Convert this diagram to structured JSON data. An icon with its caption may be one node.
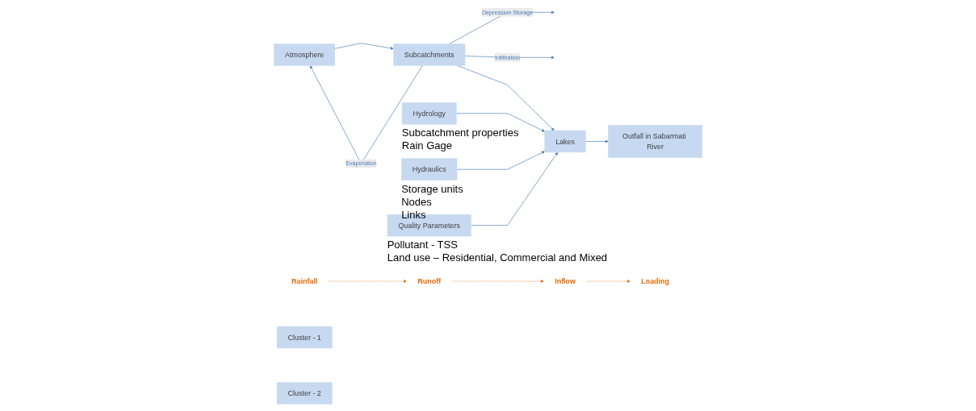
{
  "diagram": {
    "nodes": [
      {
        "text": [
          "Atmosphere"
        ]
      },
      {
        "text": [
          "Subcatchments"
        ]
      },
      {
        "text": [
          "Hydrology"
        ],
        "beside": [
          "Subcatchment properties",
          "Rain Gage"
        ]
      },
      {
        "text": [
          "Hydraulics"
        ],
        "beside": [
          "Storage units",
          "Nodes",
          "Links"
        ]
      },
      {
        "text": [
          "Quality Parameters"
        ],
        "beside": [
          "Pollutant - TSS",
          "Land use – Residential, Commercial and Mixed"
        ]
      },
      {
        "text": [
          "Rainfall"
        ]
      },
      {
        "text": [
          "Runoff"
        ]
      },
      {
        "text": [
          "Inflow"
        ]
      },
      {
        "text": [
          "Loading"
        ]
      },
      {
        "text": [
          "Lakes"
        ]
      },
      {
        "text": [
          "Cluster - 1"
        ]
      },
      {
        "text": [
          "Cluster - 2"
        ]
      },
      {
        "text": [
          "Outfall in Sabarmati River"
        ]
      }
    ],
    "edges": [
      {
        "from": 0,
        "to": 1,
        "arrow": "to"
      },
      {
        "from": 1,
        "to": 0,
        "arrow": "to",
        "label": "Evaporation"
      },
      {
        "from": 1,
        "to": null,
        "arrow": "to",
        "label": "Depression Storage"
      },
      {
        "from": 1,
        "to": null,
        "arrow": "to",
        "label": "Infiltration"
      },
      {
        "from": 5,
        "to": 6,
        "arrow": "to",
        "style": "dashed",
        "color": "#e46c0a"
      },
      {
        "from": 6,
        "to": 7,
        "arrow": "to",
        "style": "dashed",
        "color": "#e46c0a"
      },
      {
        "from": 7,
        "to": 8,
        "arrow": "to",
        "style": "dashed",
        "color": "#e46c0a"
      },
      {
        "from": 1,
        "to": 9,
        "arrow": "to"
      },
      {
        "from": 2,
        "to": 9,
        "arrow": "to"
      },
      {
        "from": 3,
        "to": 9,
        "arrow": "to"
      },
      {
        "from": 4,
        "to": 9,
        "arrow": "to"
      },
      {
        "from": 9,
        "to": 12,
        "arrow": "to"
      }
    ]
  }
}
